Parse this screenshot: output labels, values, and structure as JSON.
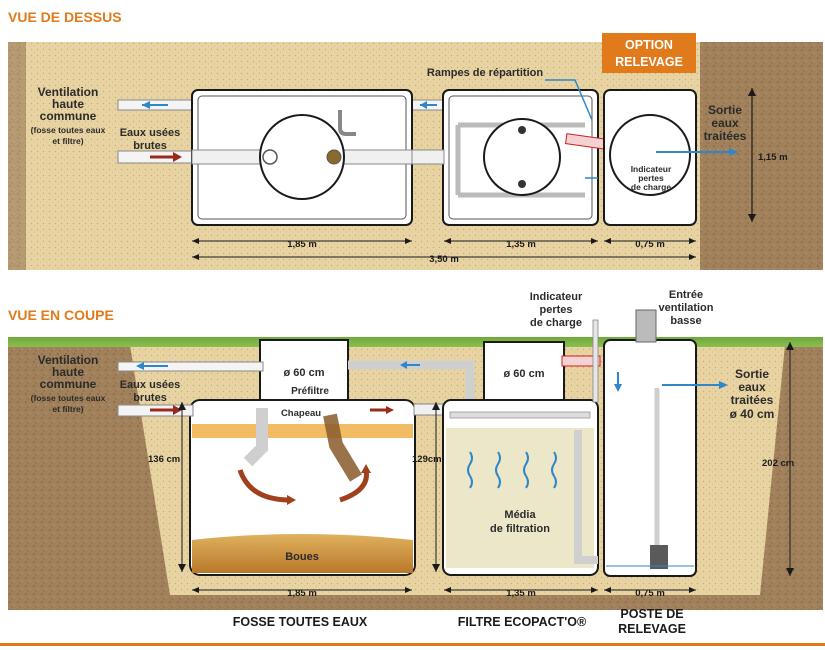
{
  "top_view": {
    "title": "VUE DE DESSUS",
    "option_line1": "OPTION",
    "option_line2": "RELEVAGE",
    "vent_line1": "Ventilation",
    "vent_line2": "haute",
    "vent_line3": "commune",
    "vent_line4": "(fosse toutes eaux",
    "vent_line5": "et filtre)",
    "eaux_line1": "Eaux usées",
    "eaux_line2": "brutes",
    "rampes": "Rampes de répartition",
    "indic_line1": "Indicateur",
    "indic_line2": "pertes",
    "indic_line3": "de charge",
    "sortie_line1": "Sortie",
    "sortie_line2": "eaux",
    "sortie_line3": "traitées",
    "dim_height": "1,15 m",
    "dim_185": "1,85 m",
    "dim_135": "1,35 m",
    "dim_075": "0,75 m",
    "dim_350": "3,50 m"
  },
  "section_view": {
    "title": "VUE EN COUPE",
    "vent_line1": "Ventilation",
    "vent_line2": "haute",
    "vent_line3": "commune",
    "vent_line4": "(fosse toutes eaux",
    "vent_line5": "et filtre)",
    "eaux_line1": "Eaux usées",
    "eaux_line2": "brutes",
    "diam1": "ø 60 cm",
    "prefiltre": "Préfiltre",
    "chapeau": "Chapeau",
    "boues": "Boues",
    "h136": "136 cm",
    "h129": "129cm",
    "h202": "202 cm",
    "diam2": "ø 60 cm",
    "media_line1": "Média",
    "media_line2": "de filtration",
    "indic_line1": "Indicateur",
    "indic_line2": "pertes",
    "indic_line3": "de charge",
    "entree_line1": "Entrée",
    "entree_line2": "ventilation",
    "entree_line3": "basse",
    "sortie_line1": "Sortie",
    "sortie_line2": "eaux",
    "sortie_line3": "traitées",
    "sortie_line4": "ø 40 cm",
    "dim_185": "1,85 m",
    "dim_135": "1,35 m",
    "dim_075": "0,75 m",
    "cap_fosse": "FOSSE TOUTES EAUX",
    "cap_filtre": "FILTRE ECOPACT'O®",
    "cap_poste1": "POSTE DE",
    "cap_poste2": "RELEVAGE"
  },
  "colors": {
    "accent": "#e07a1a",
    "sand": "#e6cf9c",
    "soil": "#9c7a54",
    "arrow_red": "#9a2b1c",
    "arrow_blue": "#2f86c9"
  }
}
